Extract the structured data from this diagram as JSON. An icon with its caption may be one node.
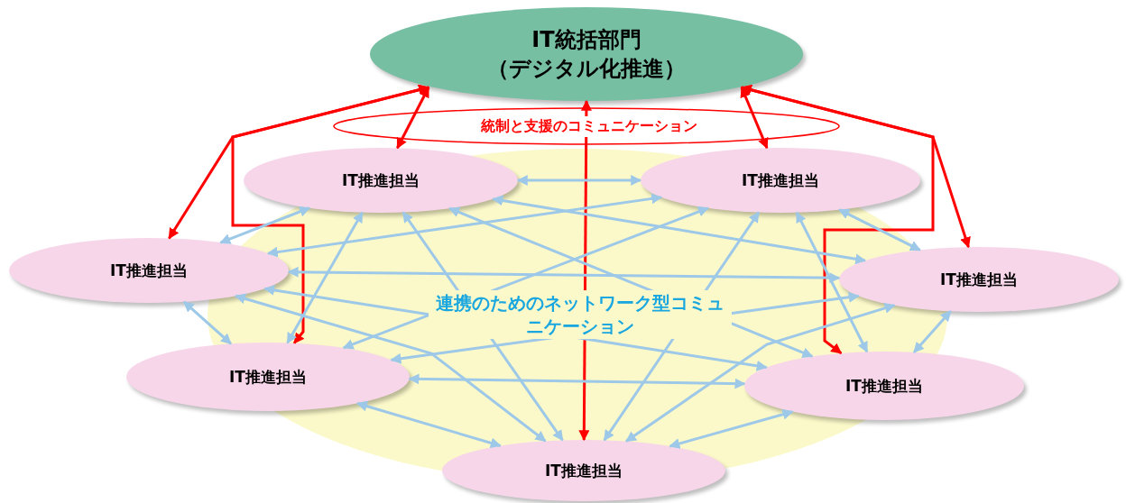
{
  "diagram": {
    "nodes": [
      {
        "text": [
          "IT統括部門（デジタル化推進）"
        ]
      },
      {
        "text": [
          "IT推進担当"
        ]
      },
      {
        "text": [
          "IT推進担当"
        ]
      },
      {
        "text": [
          "IT推進担当"
        ]
      },
      {
        "text": [
          "IT推進担当"
        ]
      },
      {
        "text": [
          "IT推進担当"
        ]
      },
      {
        "text": [
          "IT推進担当"
        ]
      },
      {
        "text": [
          "IT推進担当"
        ]
      }
    ],
    "edges": [
      {
        "from": 0,
        "to": 1,
        "arrow": "both",
        "color": "#ff0000"
      },
      {
        "from": 0,
        "to": 3,
        "arrow": "both",
        "color": "#ff0000"
      },
      {
        "from": 0,
        "to": 5,
        "arrow": "both",
        "color": "#ff0000"
      },
      {
        "from": 0,
        "to": 7,
        "arrow": "both",
        "color": "#ff0000"
      },
      {
        "from": 0,
        "to": 2,
        "arrow": "both",
        "color": "#ff0000"
      },
      {
        "from": 0,
        "to": 6,
        "arrow": "both",
        "color": "#ff0000"
      },
      {
        "from": 0,
        "to": 4,
        "arrow": "both",
        "color": "#ff0000"
      },
      {
        "from": 1,
        "to": 2,
        "arrow": "both"
      },
      {
        "from": 1,
        "to": 3,
        "arrow": "both"
      },
      {
        "from": 1,
        "to": 4,
        "arrow": "both"
      },
      {
        "from": 1,
        "to": 5,
        "arrow": "both"
      },
      {
        "from": 1,
        "to": 6,
        "arrow": "both"
      },
      {
        "from": 1,
        "to": 7,
        "arrow": "both"
      },
      {
        "from": 2,
        "to": 3,
        "arrow": "both"
      },
      {
        "from": 2,
        "to": 4,
        "arrow": "both"
      },
      {
        "from": 2,
        "to": 5,
        "arrow": "both"
      },
      {
        "from": 2,
        "to": 6,
        "arrow": "both"
      },
      {
        "from": 2,
        "to": 7,
        "arrow": "both"
      },
      {
        "from": 3,
        "to": 4,
        "arrow": "both"
      },
      {
        "from": 3,
        "to": 5,
        "arrow": "both"
      },
      {
        "from": 3,
        "to": 6,
        "arrow": "both"
      },
      {
        "from": 3,
        "to": 7,
        "arrow": "both"
      },
      {
        "from": 4,
        "to": 5,
        "arrow": "both"
      },
      {
        "from": 4,
        "to": 6,
        "arrow": "both"
      },
      {
        "from": 4,
        "to": 7,
        "arrow": "both"
      },
      {
        "from": 5,
        "to": 6,
        "arrow": "both"
      },
      {
        "from": 5,
        "to": 7,
        "arrow": "both"
      },
      {
        "from": 6,
        "to": 7,
        "arrow": "both"
      }
    ],
    "labels": [
      "統制と支援のコミュニケーション",
      "連携のためのネットワーク型コミュニケーション"
    ]
  }
}
